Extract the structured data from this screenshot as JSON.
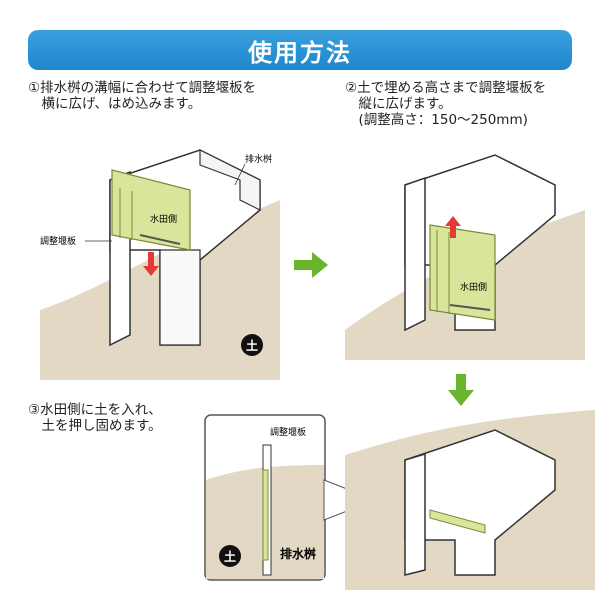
{
  "header": {
    "title": "使用方法"
  },
  "steps": [
    {
      "lines": [
        "①排水桝の溝幅に合わせて調整堰板を",
        "　横に広げ、はめ込みます。"
      ]
    },
    {
      "lines": [
        "②土で埋める高さまで調整堰板を",
        "　縦に広げます。",
        "　(調整高さ：150〜250mm)"
      ]
    },
    {
      "lines": [
        "③水田側に土を入れ、",
        "　土を押し固めます。"
      ]
    }
  ],
  "labels": {
    "drain_box": "排水桝",
    "weir_board": "調整堰板",
    "paddy_side": "水田側",
    "soil_mark": "土",
    "drain_box_bold": "排水桝"
  },
  "colors": {
    "header": "#1e86cc",
    "arrow": "#6ab42e",
    "soil": "#e3d8c3",
    "board": "#d9e59b",
    "red_arrow": "#e53935"
  }
}
